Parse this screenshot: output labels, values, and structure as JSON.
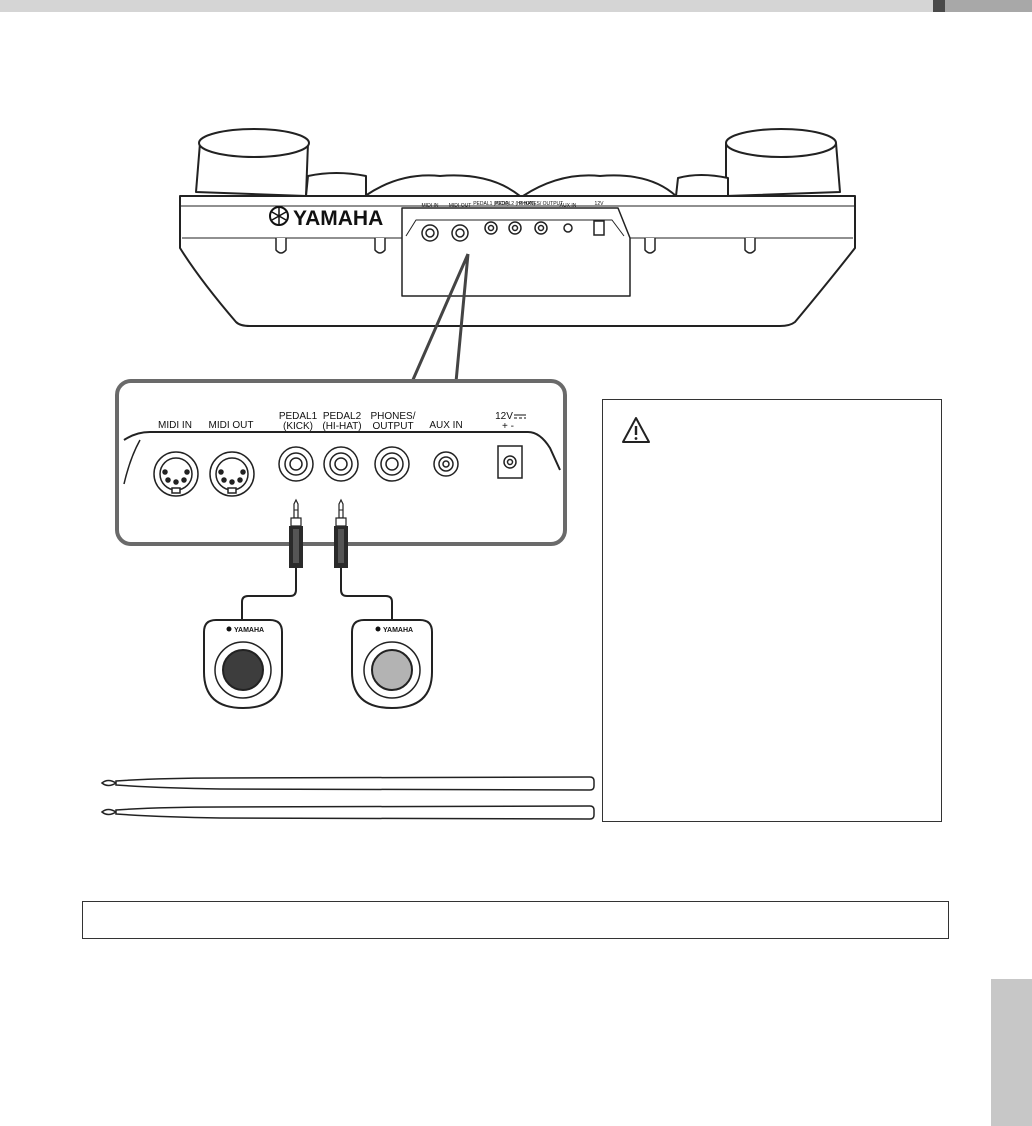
{
  "brand": {
    "logo_text": "YAMAHA",
    "pedal_logo_text": "YAMAHA"
  },
  "rear_panel_small_labels": [
    "MIDI IN",
    "MIDI OUT",
    "PEDAL1 (KICK)",
    "PEDAL2 (HI-HAT)",
    "PHONES/ OUTPUT",
    "AUX IN",
    "12V"
  ],
  "jack_panel": {
    "midi_in": "MIDI IN",
    "midi_out": "MIDI OUT",
    "pedal1_line1": "PEDAL1",
    "pedal1_line2": "(KICK)",
    "pedal2_line1": "PEDAL2",
    "pedal2_line2": "(HI-HAT)",
    "phones_line1": "PHONES/",
    "phones_line2": "OUTPUT",
    "aux_in": "AUX IN",
    "power_line1": "12V",
    "power_line2": "+ -"
  },
  "warning_box": {
    "icon": "warning-triangle-icon"
  },
  "colors": {
    "kick_pedal_pad": "#3d3d3d",
    "hihat_pedal_pad": "#b3b3b3",
    "side_tab": "#c7c7c7",
    "top_bar": "#d5d5d5"
  }
}
